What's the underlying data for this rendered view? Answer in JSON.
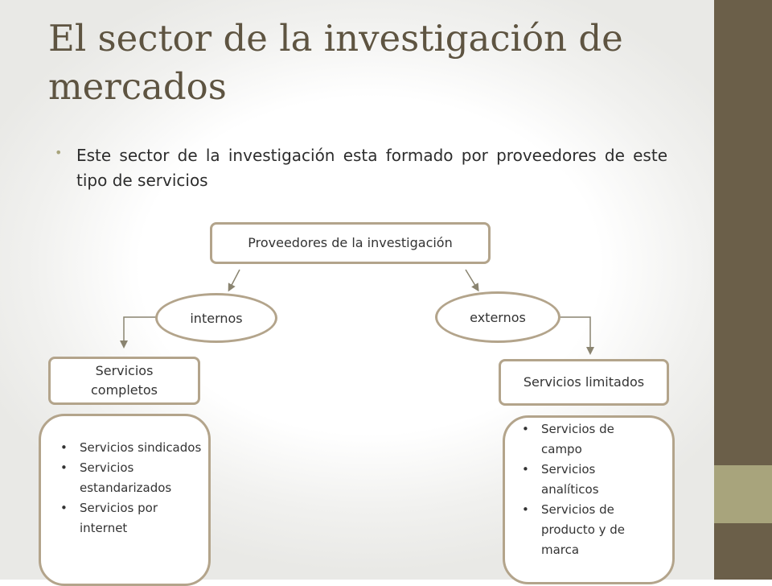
{
  "slide": {
    "title": "El sector de la investigación de mercados",
    "bullet": "Este sector de la investigación esta formado por proveedores de este tipo de servicios"
  },
  "diagram": {
    "root": "Proveedores de la investigación",
    "left_branch": "internos",
    "right_branch": "externos",
    "left_box": "Servicios completos",
    "right_box": "Servicios limitados",
    "left_list": [
      "Servicios sindicados",
      "Servicios estandarizados",
      "Servicios por internet"
    ],
    "right_list": [
      "Servicios de campo",
      "Servicios analíticos",
      "Servicios de producto y de marca"
    ]
  },
  "colors": {
    "title": "#5e5441",
    "sidebar_dark": "#6b5f49",
    "sidebar_light": "#a8a47c",
    "shape_border": "#b3a48b",
    "connector": "#8a8470"
  }
}
